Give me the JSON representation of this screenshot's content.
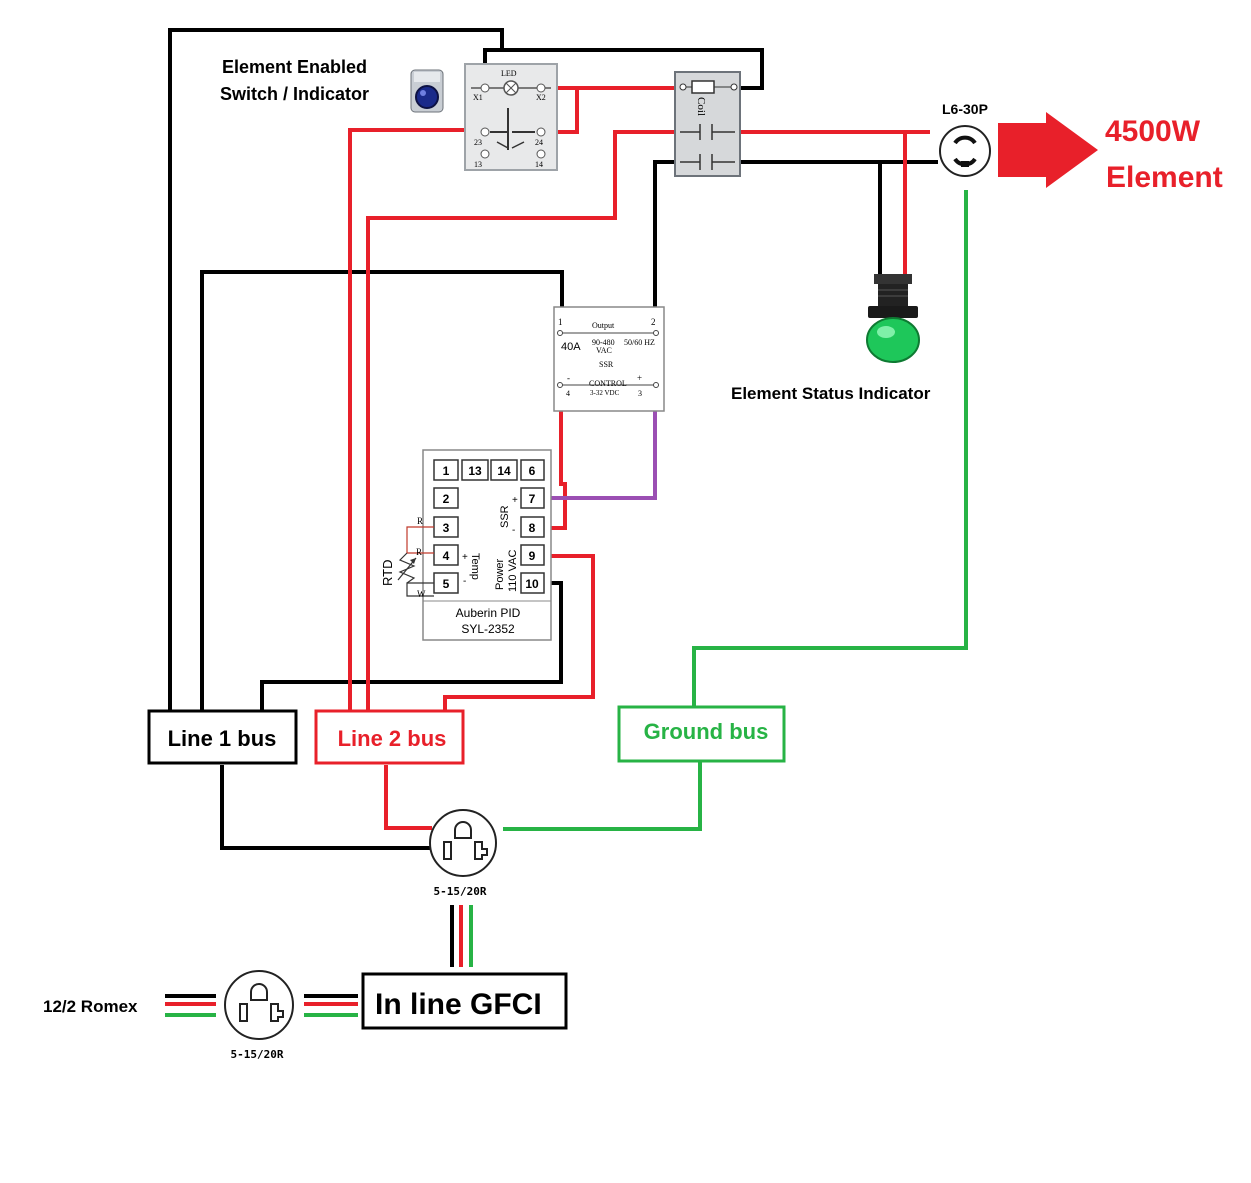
{
  "colors": {
    "line1": "#000000",
    "line2": "#e8202a",
    "ground": "#27b345",
    "control": "#9b4fb3",
    "element_red": "#e8202a",
    "indicator_green": "#1ec75a"
  },
  "labels": {
    "switch_title_1": "Element Enabled",
    "switch_title_2": "Switch / Indicator",
    "plug_name": "L6-30P",
    "element_line1": "4500W",
    "element_line2": "Element",
    "status_indicator": "Element Status Indicator",
    "romex": "12/2 Romex",
    "gfci": "In line GFCI",
    "receptacle_upper": "5-15/20R",
    "receptacle_lower": "5-15/20R"
  },
  "buses": {
    "line1": "Line 1 bus",
    "line2": "Line 2 bus",
    "ground": "Ground bus"
  },
  "switch_block": {
    "led": "LED",
    "x1": "X1",
    "x2": "X2",
    "t23": "23",
    "t24": "24",
    "t13": "13",
    "t14": "14"
  },
  "relay": {
    "coil": "Coil"
  },
  "ssr": {
    "t1": "1",
    "t2": "2",
    "output": "Output",
    "amps": "40A",
    "volt_range": "90-480",
    "vac": "VAC",
    "freq": "50/60 HZ",
    "name": "SSR",
    "minus": "-",
    "plus": "+",
    "control": "CONTROL",
    "control_range": "3-32 VDC",
    "t4": "4",
    "t3": "3"
  },
  "pid": {
    "terminals_top": [
      "1",
      "13",
      "14",
      "6"
    ],
    "terminals_left": [
      "2",
      "3",
      "4",
      "5"
    ],
    "terminals_right": [
      "7",
      "8",
      "9",
      "10"
    ],
    "ssr": "SSR",
    "ssr_plus": "+",
    "ssr_minus": "-",
    "temp": "Temp",
    "temp_plus": "+",
    "temp_minus": "-",
    "power": "Power",
    "power_v": "110 VAC",
    "rtd": "RTD",
    "r1": "R",
    "r2": "R",
    "w": "W",
    "name1": "Auberin PID",
    "name2": "SYL-2352"
  }
}
